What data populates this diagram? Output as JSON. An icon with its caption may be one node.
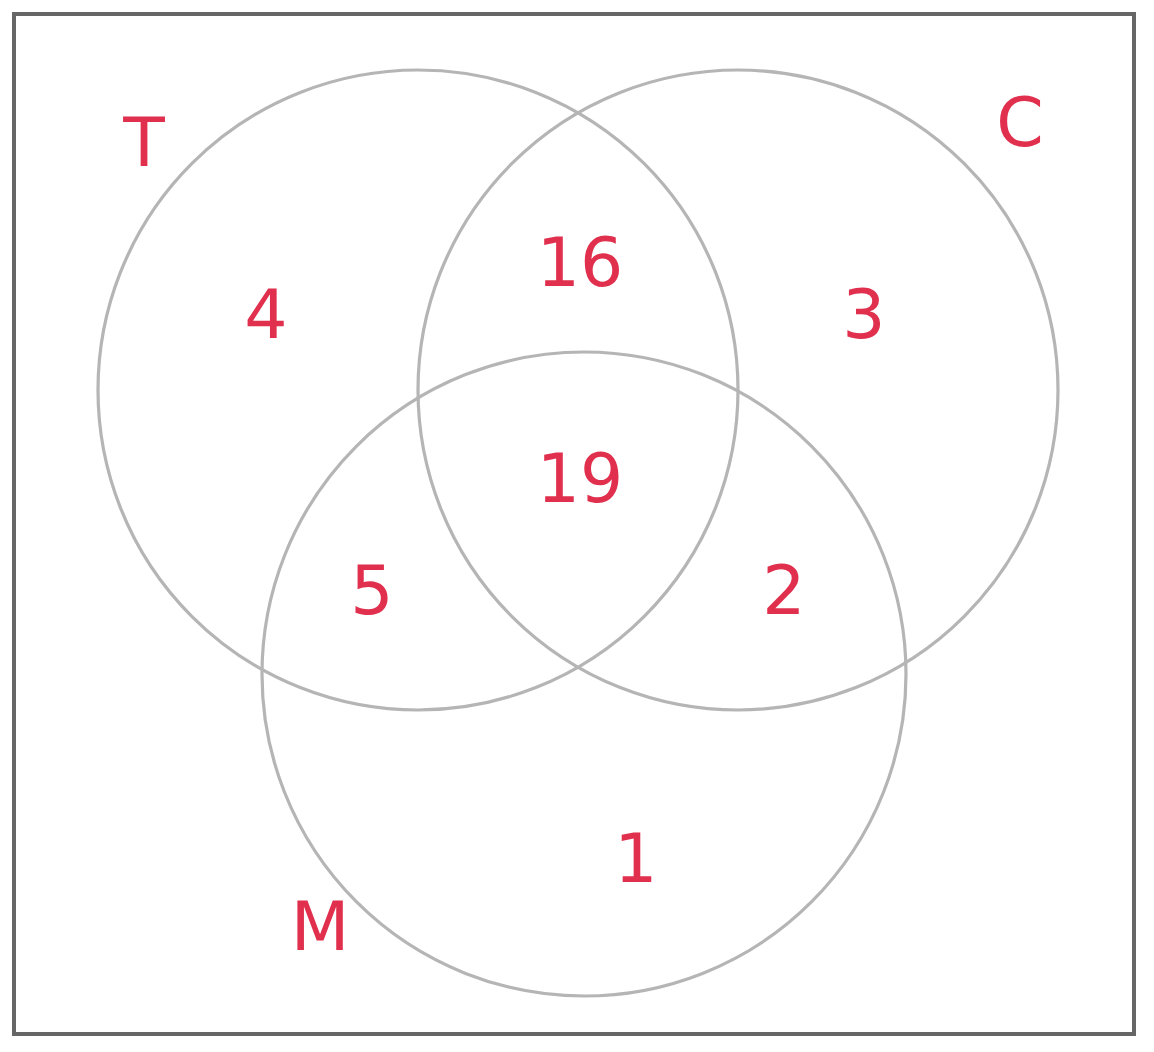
{
  "diagram": {
    "nodes": [
      {
        "text": [
          "T",
          "4"
        ]
      },
      {
        "text": [
          "C",
          "3"
        ]
      },
      {
        "text": [
          "M",
          "1"
        ]
      }
    ],
    "labels": [
      "16",
      "19",
      "5",
      "2"
    ]
  }
}
